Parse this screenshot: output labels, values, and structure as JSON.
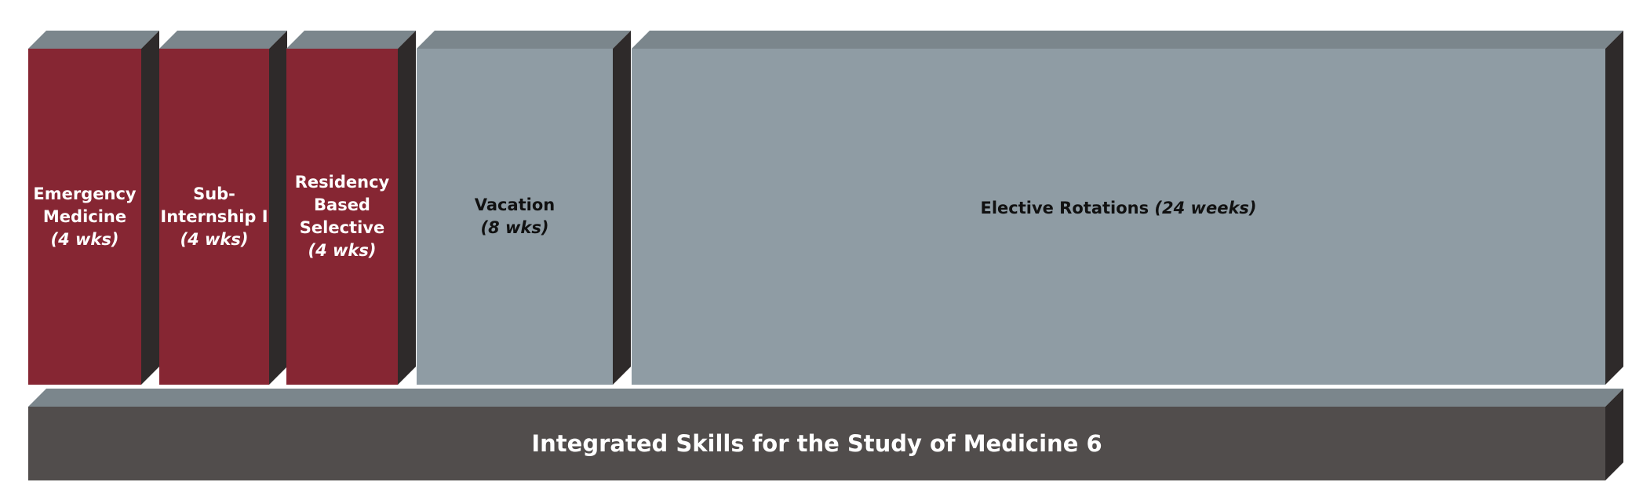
{
  "blocks": [
    {
      "id": "emergency",
      "name": "Emergency Medicine",
      "lines": [
        "Emergency",
        "Medicine"
      ],
      "duration": "(4 wks)",
      "weeks": 4
    },
    {
      "id": "subinternship",
      "name": "Sub-Internship I",
      "lines": [
        "Sub-",
        "Internship I"
      ],
      "duration": "(4 wks)",
      "weeks": 4
    },
    {
      "id": "residency",
      "name": "Residency Based Selective",
      "lines": [
        "Residency",
        "Based",
        "Selective"
      ],
      "duration": "(4 wks)",
      "weeks": 4
    },
    {
      "id": "vacation",
      "name": "Vacation",
      "lines": [
        "Vacation"
      ],
      "duration": "(8 wks)",
      "weeks": 8
    },
    {
      "id": "elective",
      "name": "Elective Rotations",
      "lines": [
        "Elective Rotations"
      ],
      "duration": "(24 weeks)",
      "weeks": 24,
      "duration_inline": true
    }
  ],
  "base": {
    "label": "Integrated Skills for the Study of Medicine 6"
  },
  "colors": {
    "required_front": "#862633",
    "other_front": "#8f9ca4",
    "top_face": "#7b868c",
    "side_face": "#2e2a2a",
    "base_front": "#514d4c"
  }
}
